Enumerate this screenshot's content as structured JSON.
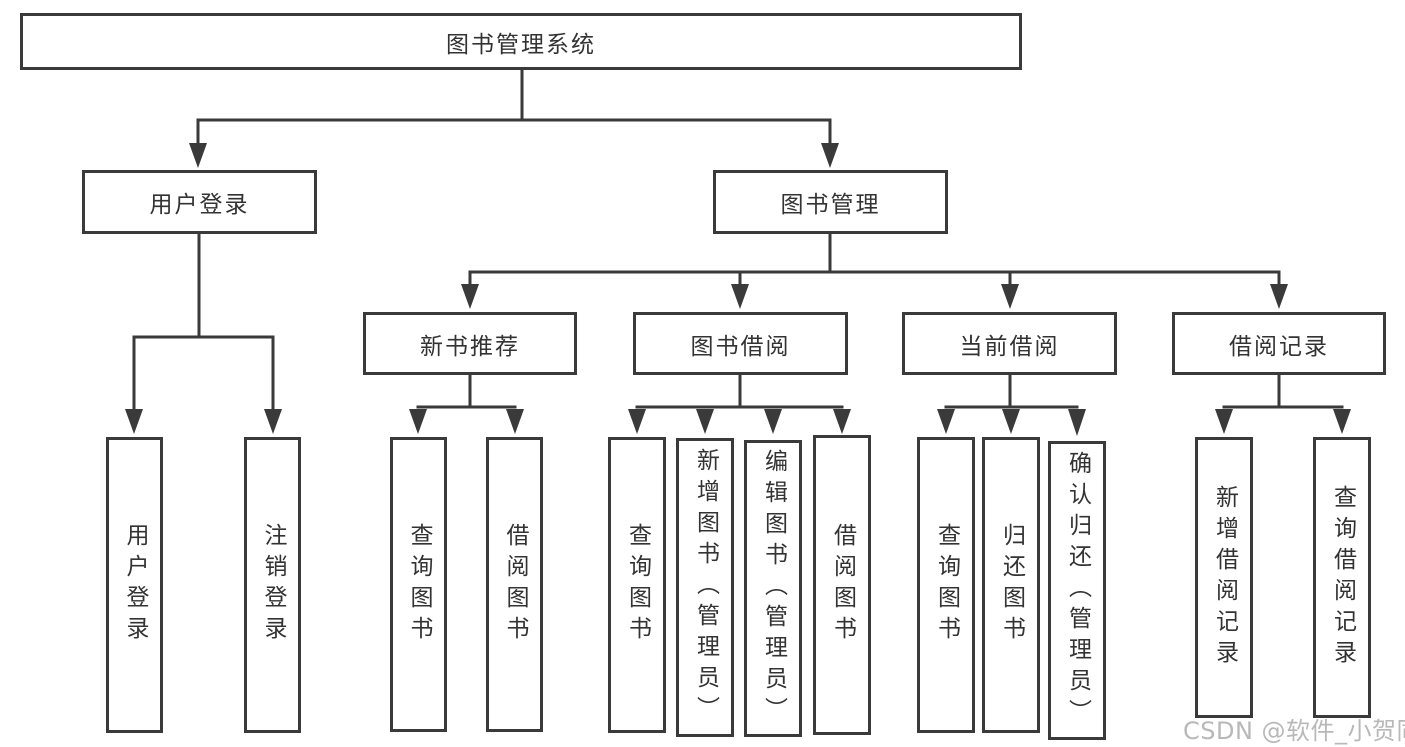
{
  "diagram": {
    "title": "图书管理系统",
    "branches": [
      {
        "label": "用户登录",
        "children": [
          {
            "label": "用户登录"
          },
          {
            "label": "注销登录"
          }
        ]
      },
      {
        "label": "图书管理",
        "children": [
          {
            "label": "新书推荐",
            "children": [
              {
                "label": "查询图书"
              },
              {
                "label": "借阅图书"
              }
            ]
          },
          {
            "label": "图书借阅",
            "children": [
              {
                "label": "查询图书"
              },
              {
                "label": "新增图书（管理员）"
              },
              {
                "label": "编辑图书（管理员）"
              },
              {
                "label": "借阅图书"
              }
            ]
          },
          {
            "label": "当前借阅",
            "children": [
              {
                "label": "查询图书"
              },
              {
                "label": "归还图书"
              },
              {
                "label": "确认归还（管理员）"
              }
            ]
          },
          {
            "label": "借阅记录",
            "children": [
              {
                "label": "新增借阅记录"
              },
              {
                "label": "查询借阅记录"
              }
            ]
          }
        ]
      }
    ]
  },
  "watermark": {
    "text": "CSDN @软件_小贺同学"
  },
  "colors": {
    "line": "#3a3a3a",
    "box_border": "#3a3a3a",
    "text": "#333333",
    "watermark": "#acacac",
    "background": "#ffffff"
  }
}
